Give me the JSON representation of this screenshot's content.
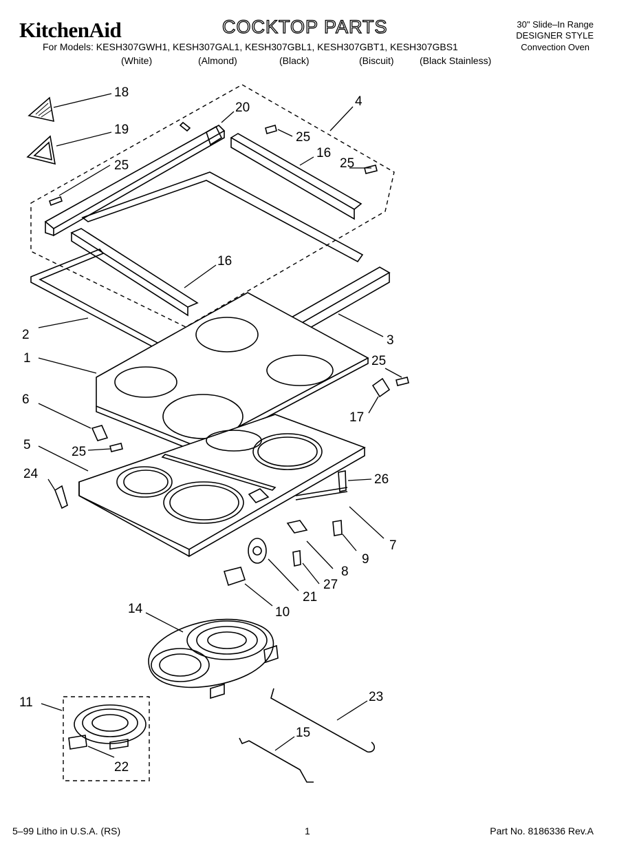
{
  "header": {
    "brand": "KitchenAid",
    "title": "COCKTOP PARTS",
    "models_line": "For Models: KESH307GWH1, KESH307GAL1, KESH307GBL1, KESH307GBT1, KESH307GBS1",
    "colors": [
      "(White)",
      "(Almond)",
      "(Black)",
      "(Biscuit)",
      "(Black Stainless)"
    ],
    "range_type": "30\" Slide–In Range",
    "style": "DESIGNER STYLE",
    "oven": "Convection Oven"
  },
  "callouts": {
    "c18": "18",
    "c20": "20",
    "c4": "4",
    "c19": "19",
    "c25a": "25",
    "c25b": "25",
    "c16a": "16",
    "c25c": "25",
    "c16b": "16",
    "c2": "2",
    "c3": "3",
    "c1": "1",
    "c25d": "25",
    "c6": "6",
    "c17": "17",
    "c5": "5",
    "c25e": "25",
    "c24": "24",
    "c26": "26",
    "c7": "7",
    "c9": "9",
    "c8": "8",
    "c27": "27",
    "c21": "21",
    "c10": "10",
    "c14": "14",
    "c11": "11",
    "c23": "23",
    "c15": "15",
    "c22": "22"
  },
  "footer": {
    "left": "5–99 Litho in U.S.A. (RS)",
    "page": "1",
    "part_no": "Part No. 8186336 Rev.A"
  }
}
